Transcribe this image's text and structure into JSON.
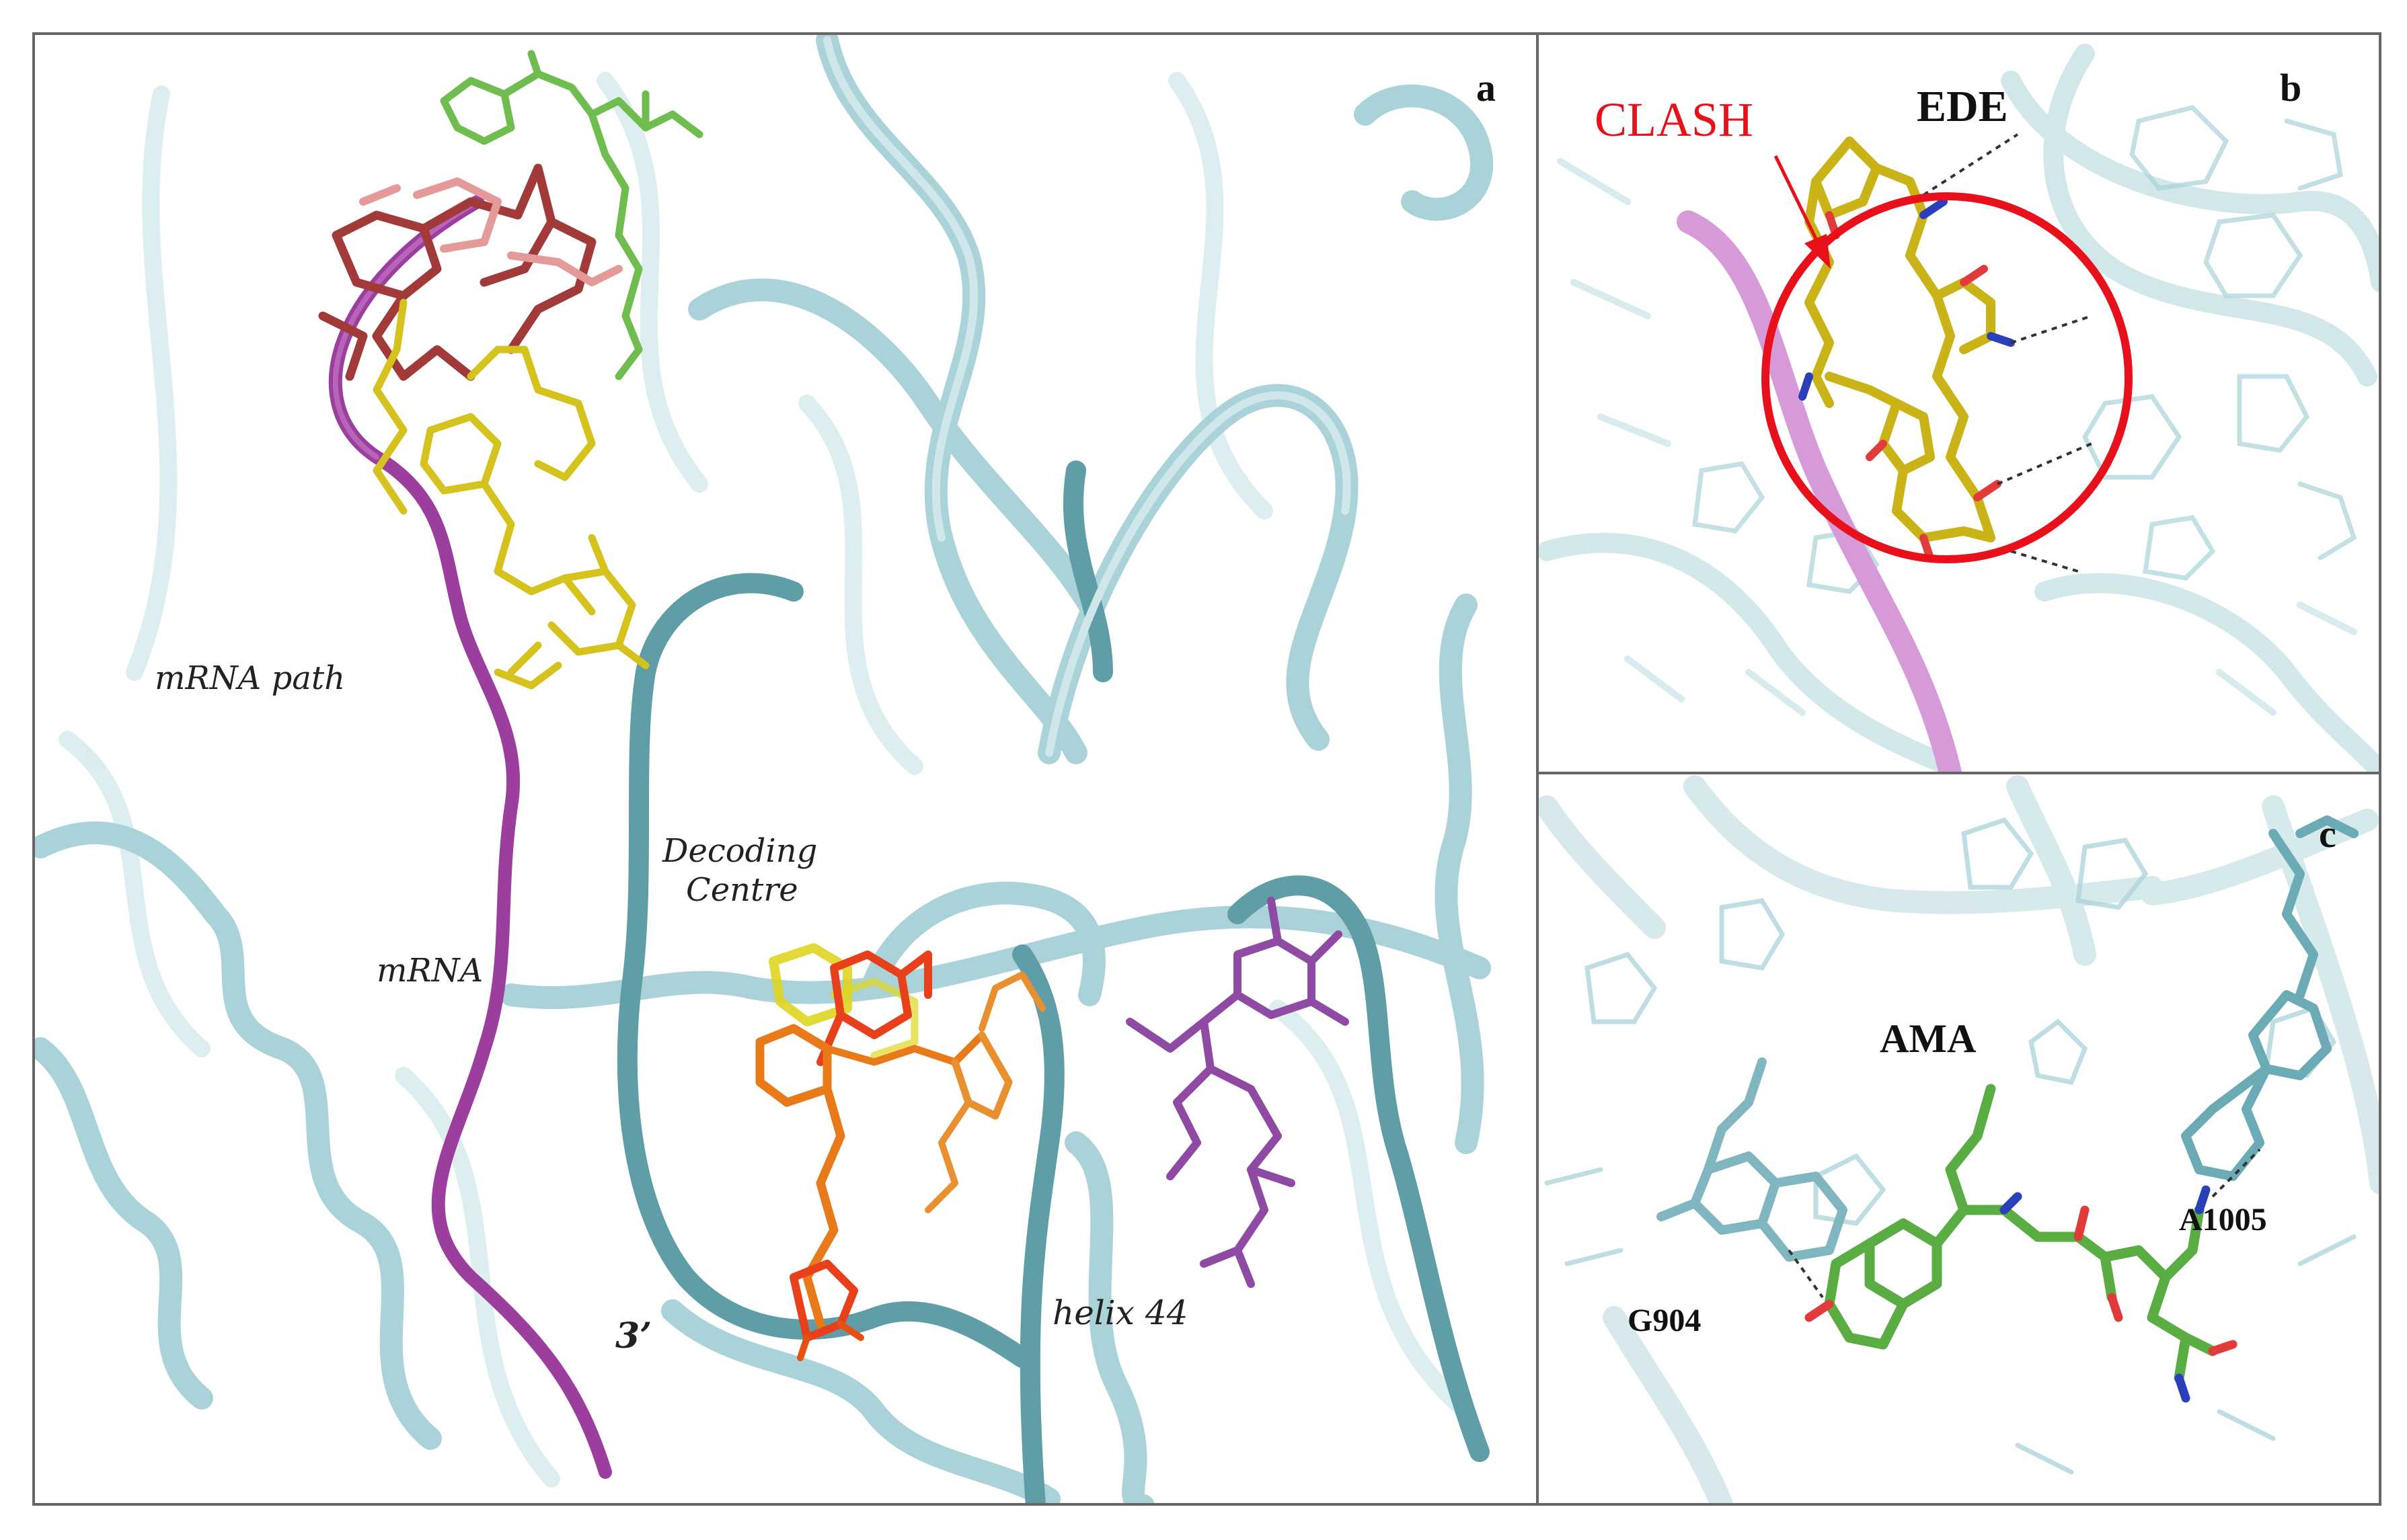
{
  "panels": {
    "a": {
      "letter": "a",
      "labels": {
        "mrna_path": "mRNA path",
        "mrna": "mRNA",
        "decoding": "Decoding",
        "centre": "Centre",
        "three_prime": "3’",
        "helix": "helix 44"
      }
    },
    "b": {
      "letter": "b",
      "labels": {
        "clash": "CLASH",
        "ede": "EDE"
      }
    },
    "c": {
      "letter": "c",
      "labels": {
        "ama": "AMA",
        "g904": "G904",
        "a1005": "A1005"
      }
    }
  },
  "colors": {
    "ribbon": "#a9d3d9",
    "ribbon_dark": "#5f9ea6",
    "mrna": "#9b3e9e",
    "mrna_light": "#d79ad8",
    "yellow": "#d6c21c",
    "green": "#6fbd4e",
    "darkred": "#a23a3a",
    "pink": "#e59a9a",
    "orange": "#e87a1a",
    "purple": "#8f4aa3",
    "clash": "#e8101a"
  }
}
